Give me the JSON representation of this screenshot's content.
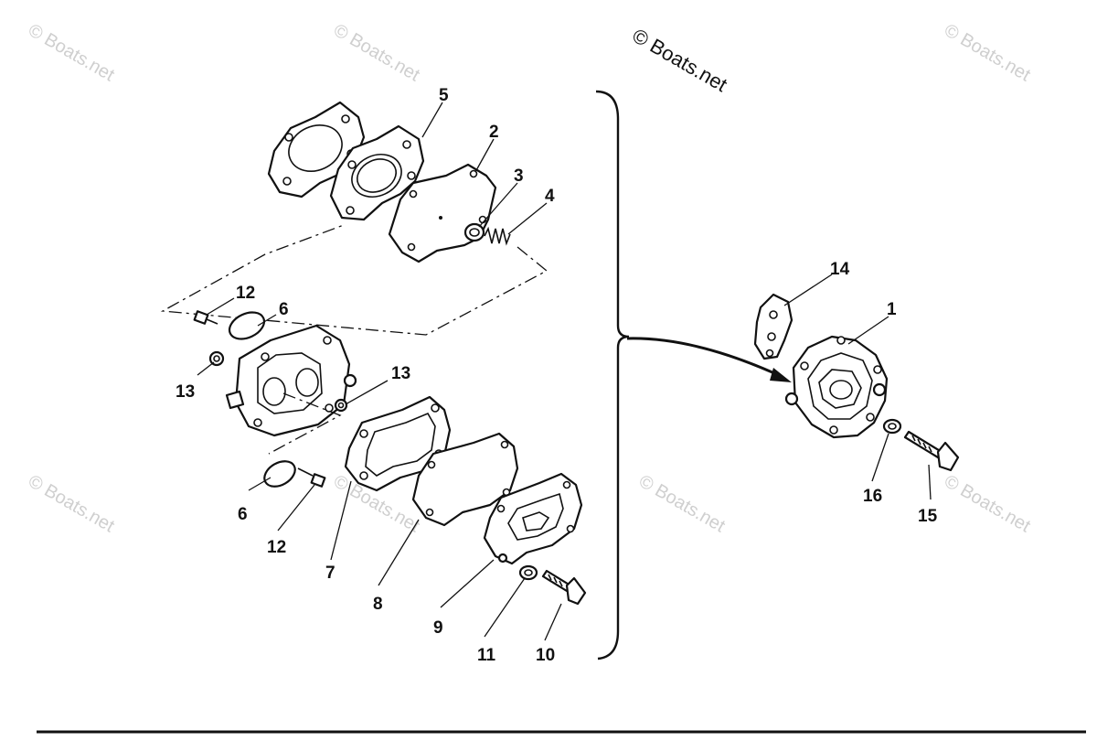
{
  "watermark": {
    "main_text": "© Boats.net",
    "repeat_text": "© Boats.net"
  },
  "callouts": [
    {
      "id": "5",
      "label": "5"
    },
    {
      "id": "2",
      "label": "2"
    },
    {
      "id": "3",
      "label": "3"
    },
    {
      "id": "4",
      "label": "4"
    },
    {
      "id": "12a",
      "label": "12"
    },
    {
      "id": "6a",
      "label": "6"
    },
    {
      "id": "13a",
      "label": "13"
    },
    {
      "id": "13b",
      "label": "13"
    },
    {
      "id": "6b",
      "label": "6"
    },
    {
      "id": "12b",
      "label": "12"
    },
    {
      "id": "7",
      "label": "7"
    },
    {
      "id": "8",
      "label": "8"
    },
    {
      "id": "9",
      "label": "9"
    },
    {
      "id": "11",
      "label": "11"
    },
    {
      "id": "10",
      "label": "10"
    },
    {
      "id": "14",
      "label": "14"
    },
    {
      "id": "1",
      "label": "1"
    },
    {
      "id": "16",
      "label": "16"
    },
    {
      "id": "15",
      "label": "15"
    }
  ]
}
